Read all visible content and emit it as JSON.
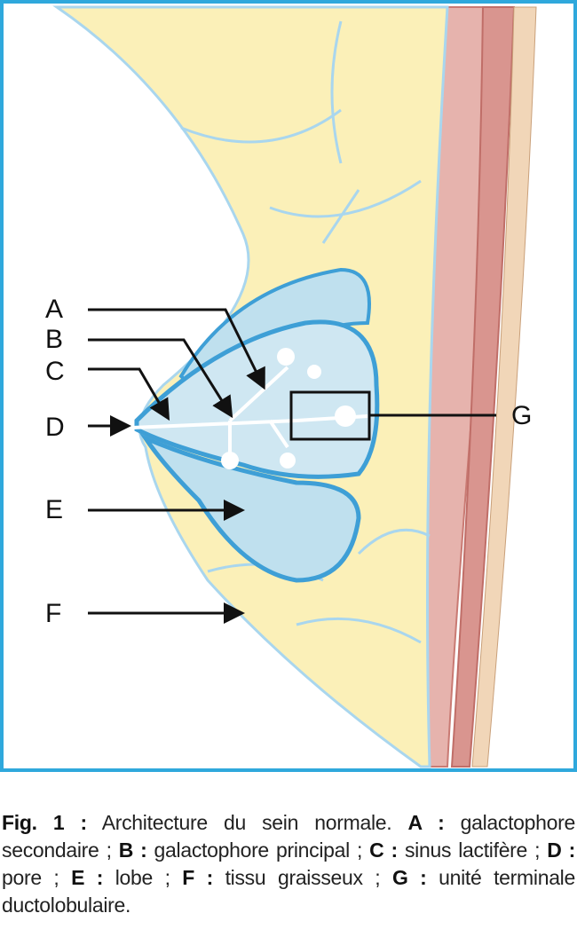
{
  "labels": [
    "A",
    "B",
    "C",
    "D",
    "E",
    "F",
    "G"
  ],
  "caption": [
    {
      "text": "Fig. 1 :",
      "bold": true
    },
    {
      "text": " Architecture du sein normale. ",
      "bold": false
    },
    {
      "text": "A :",
      "bold": true
    },
    {
      "text": " galactophore secondaire ; ",
      "bold": false
    },
    {
      "text": "B :",
      "bold": true
    },
    {
      "text": " galactophore principal ; ",
      "bold": false
    },
    {
      "text": "C :",
      "bold": true
    },
    {
      "text": " sinus lactifère ; ",
      "bold": false
    },
    {
      "text": "D :",
      "bold": true
    },
    {
      "text": " pore ; ",
      "bold": false
    },
    {
      "text": "E :",
      "bold": true
    },
    {
      "text": " lobe ; ",
      "bold": false
    },
    {
      "text": "F :",
      "bold": true
    },
    {
      "text": " tissu graisseux ; ",
      "bold": false
    },
    {
      "text": "G :",
      "bold": true
    },
    {
      "text": " unité terminale ductolobulaire.",
      "bold": false
    }
  ],
  "colors": {
    "frame": "#2fa8dc",
    "fat": "#fbf0b8",
    "lobe": "#bfe0ee",
    "lobe_edge": "#3e9fd6",
    "muscle": "#d9958f"
  }
}
